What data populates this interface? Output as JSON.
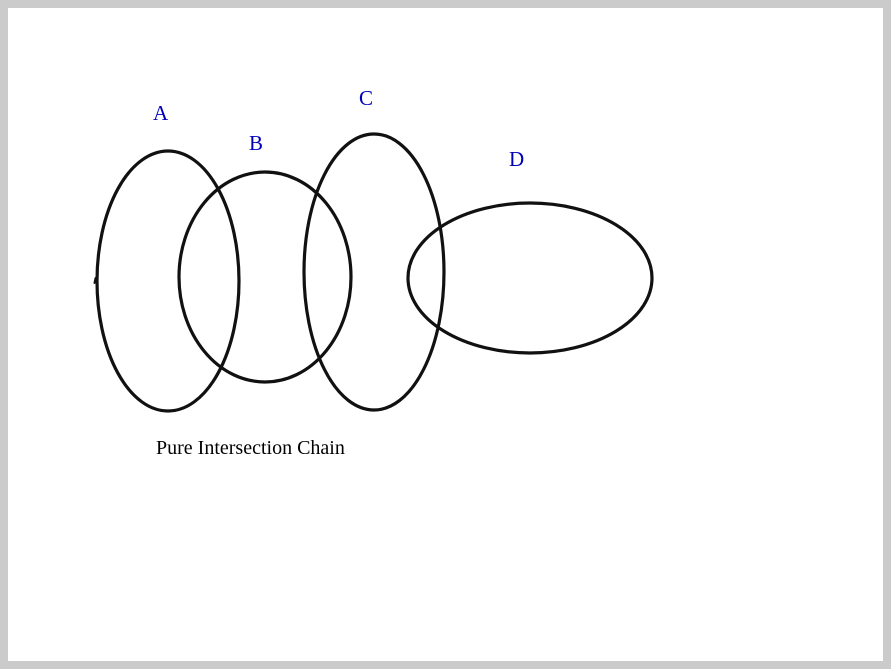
{
  "diagram": {
    "caption": "Pure Intersection Chain",
    "colors": {
      "label_color": "#0000bb",
      "stroke_color": "#111111",
      "canvas_background": "#ffffff",
      "frame_background": "#cbcbcb"
    },
    "sets": [
      {
        "label": "A",
        "shape": "vertical-ellipse"
      },
      {
        "label": "B",
        "shape": "ellipse"
      },
      {
        "label": "C",
        "shape": "vertical-ellipse"
      },
      {
        "label": "D",
        "shape": "horizontal-ellipse"
      }
    ],
    "relationship": "chain-of-pairwise-intersections"
  }
}
